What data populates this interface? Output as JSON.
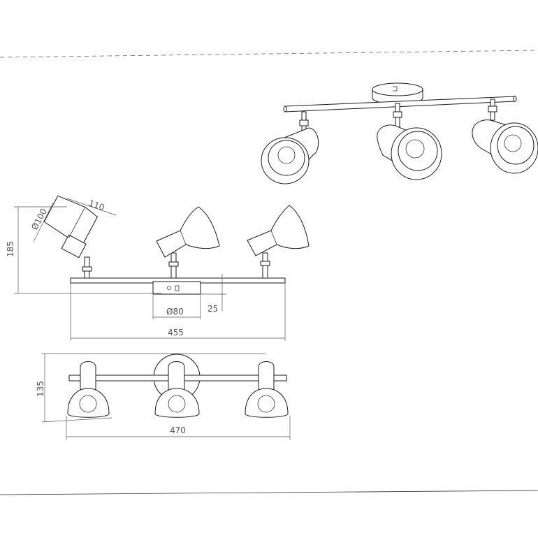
{
  "drawing": {
    "views": [
      "perspective-view",
      "side-view",
      "front-view"
    ],
    "dimensions": {
      "shade_length": "110",
      "shade_diameter": "Ø100",
      "height": "185",
      "base_diameter": "Ø80",
      "base_height": "25",
      "bar_length": "455",
      "depth": "135",
      "total_width": "470"
    },
    "colors": {
      "line": "#1a1a1a",
      "dimension": "#555555",
      "background": "#ffffff"
    }
  }
}
